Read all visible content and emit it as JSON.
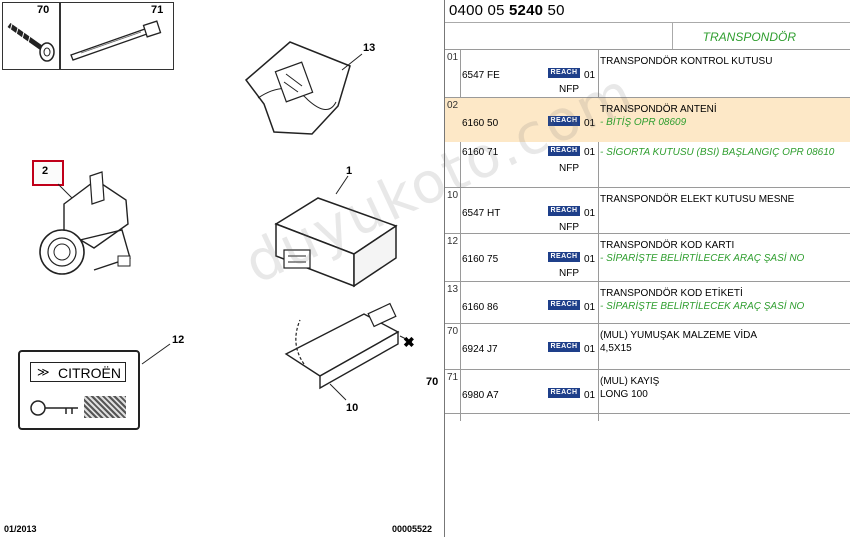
{
  "diagram": {
    "thumb_labels": [
      "70",
      "71"
    ],
    "callouts": [
      "13",
      "2",
      "1",
      "12",
      "10",
      "70"
    ],
    "badge_brand": "CITROËN",
    "footer_left": "01/2013",
    "footer_right": "00005522"
  },
  "catalog": {
    "ref_prefix": "0400 05",
    "ref_bold": "5240",
    "ref_suffix": "50",
    "section_title": "TRANSPONDÖR",
    "reach_label": "REACH",
    "nfp_label": "NFP"
  },
  "rows": [
    {
      "index": "01",
      "parts": [
        {
          "pn": "6547 FE",
          "qty": "01",
          "nfp": true
        }
      ],
      "desc": "TRANSPONDÖR KONTROL KUTUSU",
      "subs": []
    },
    {
      "index": "02",
      "highlight": true,
      "parts": [
        {
          "pn": "6160 50",
          "qty": "01",
          "nfp": false
        }
      ],
      "desc": "TRANSPONDÖR ANTENİ",
      "subs": [
        "- BİTİŞ OPR 08609"
      ]
    },
    {
      "index": "",
      "parts": [
        {
          "pn": "6160 71",
          "qty": "01",
          "nfp": true
        }
      ],
      "desc": "",
      "subs": [
        "- SİGORTA KUTUSU (BSI) BAŞLANGIÇ OPR 08610"
      ]
    },
    {
      "index": "10",
      "parts": [
        {
          "pn": "6547 HT",
          "qty": "01",
          "nfp": true
        }
      ],
      "desc": "TRANSPONDÖR ELEKT KUTUSU MESNE",
      "subs": []
    },
    {
      "index": "12",
      "parts": [
        {
          "pn": "6160 75",
          "qty": "01",
          "nfp": true
        }
      ],
      "desc": "TRANSPONDÖR KOD KARTI",
      "subs": [
        "- SİPARİŞTE BELİRTİLECEK ARAÇ ŞASİ NO"
      ]
    },
    {
      "index": "13",
      "parts": [
        {
          "pn": "6160 86",
          "qty": "01",
          "nfp": false
        }
      ],
      "desc": "TRANSPONDÖR KOD ETİKETİ",
      "subs": [
        "- SİPARİŞTE BELİRTİLECEK ARAÇ ŞASİ NO"
      ]
    },
    {
      "index": "70",
      "parts": [
        {
          "pn": "6924 J7",
          "qty": "01",
          "nfp": false
        }
      ],
      "desc": "(MUL) YUMUŞAK MALZEME VİDA",
      "subs": [
        "4,5X15"
      ]
    },
    {
      "index": "71",
      "parts": [
        {
          "pn": "6980 A7",
          "qty": "01",
          "nfp": false
        }
      ],
      "desc": "(MUL) KAYIŞ",
      "subs": [
        "LONG 100"
      ]
    }
  ],
  "watermark": "duyukoto.com",
  "colors": {
    "highlight": "#fde8c7",
    "green_text": "#2f9e2f",
    "reach_blue": "#1e3f8a",
    "callout_red": "#c0001a"
  }
}
